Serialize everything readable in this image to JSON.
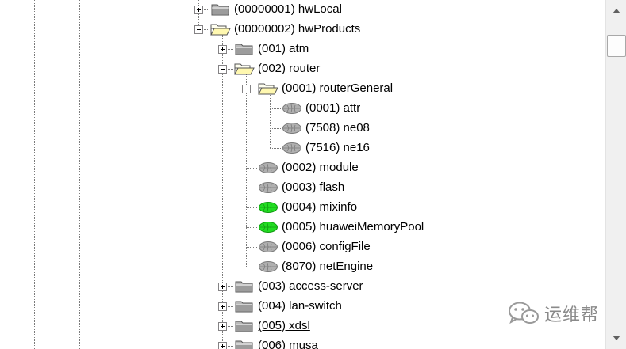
{
  "tree": {
    "nodes": [
      {
        "label": "(00000001) hwLocal",
        "icon": "closed-folder-icon",
        "expander": "plus"
      },
      {
        "label": "(00000002) hwProducts",
        "icon": "open-folder-icon",
        "expander": "minus"
      },
      {
        "label": "(001) atm",
        "icon": "closed-folder-icon",
        "expander": "plus"
      },
      {
        "label": "(002) router",
        "icon": "open-folder-icon",
        "expander": "minus"
      },
      {
        "label": "(0001) routerGeneral",
        "icon": "open-folder-icon",
        "expander": "minus"
      },
      {
        "label": "(0001) attr",
        "icon": "gray-leaf-icon",
        "expander": "none"
      },
      {
        "label": "(7508) ne08",
        "icon": "gray-leaf-icon",
        "expander": "none"
      },
      {
        "label": "(7516) ne16",
        "icon": "gray-leaf-icon",
        "expander": "none"
      },
      {
        "label": "(0002) module",
        "icon": "gray-leaf-icon",
        "expander": "none"
      },
      {
        "label": "(0003) flash",
        "icon": "gray-leaf-icon",
        "expander": "none"
      },
      {
        "label": "(0004) mixinfo",
        "icon": "green-leaf-icon",
        "expander": "none"
      },
      {
        "label": "(0005) huaweiMemoryPool",
        "icon": "green-leaf-icon",
        "expander": "none"
      },
      {
        "label": "(0006) configFile",
        "icon": "gray-leaf-icon",
        "expander": "none"
      },
      {
        "label": "(8070) netEngine",
        "icon": "gray-leaf-icon",
        "expander": "none"
      },
      {
        "label": "(003) access-server",
        "icon": "closed-folder-icon",
        "expander": "plus"
      },
      {
        "label": "(004) lan-switch",
        "icon": "closed-folder-icon",
        "expander": "plus"
      },
      {
        "label": "(005) xdsl",
        "icon": "closed-folder-icon",
        "expander": "plus"
      },
      {
        "label": "(006) musa",
        "icon": "closed-folder-icon",
        "expander": "plus"
      }
    ]
  },
  "watermark": {
    "text": "运维帮",
    "icon": "wechat-logo-icon"
  },
  "scrollbar": {
    "up_icon": "arrow-up-icon",
    "down_icon": "arrow-down-icon"
  },
  "colors": {
    "leaf_gray": "#b0b0b0",
    "leaf_green": "#22dd22",
    "folder_yellow": "#ffffcc",
    "folder_gray": "#a0a0a0"
  }
}
